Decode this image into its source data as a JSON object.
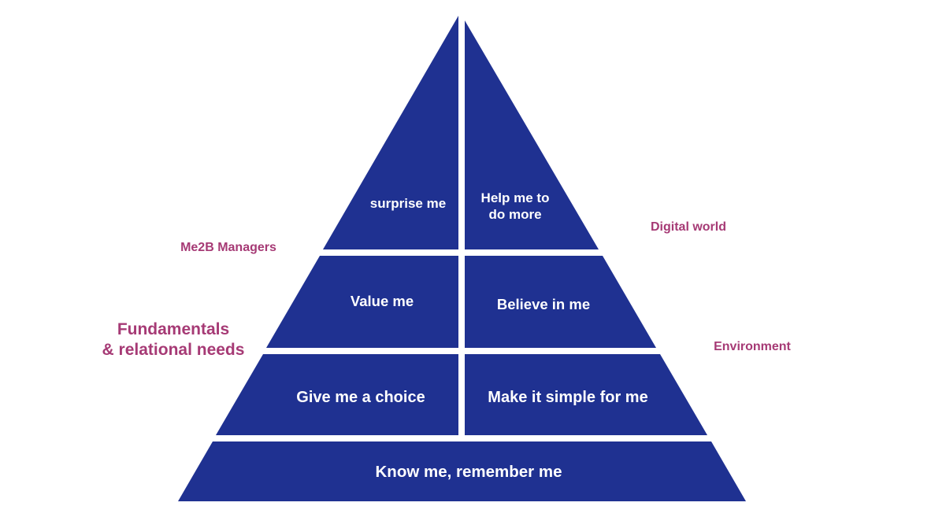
{
  "colors": {
    "pyramid_blue": "#1f3191",
    "label_magenta": "#a63a75",
    "section_text": "#ffffff",
    "background": "#ffffff"
  },
  "sections": {
    "surprise_me": "surprise me",
    "help_me": [
      "Help me to",
      "do more"
    ],
    "value_me": "Value me",
    "believe_in_me": "Believe in me",
    "give_me_a_choice": "Give me a choice",
    "make_it_simple": "Make it simple for me",
    "know_me": "Know me, remember me"
  },
  "side_labels": {
    "me2b_managers": "Me2B Managers",
    "digital_world": "Digital world",
    "fundamentals": [
      "Fundamentals",
      "& relational needs"
    ],
    "environment": "Environment"
  }
}
